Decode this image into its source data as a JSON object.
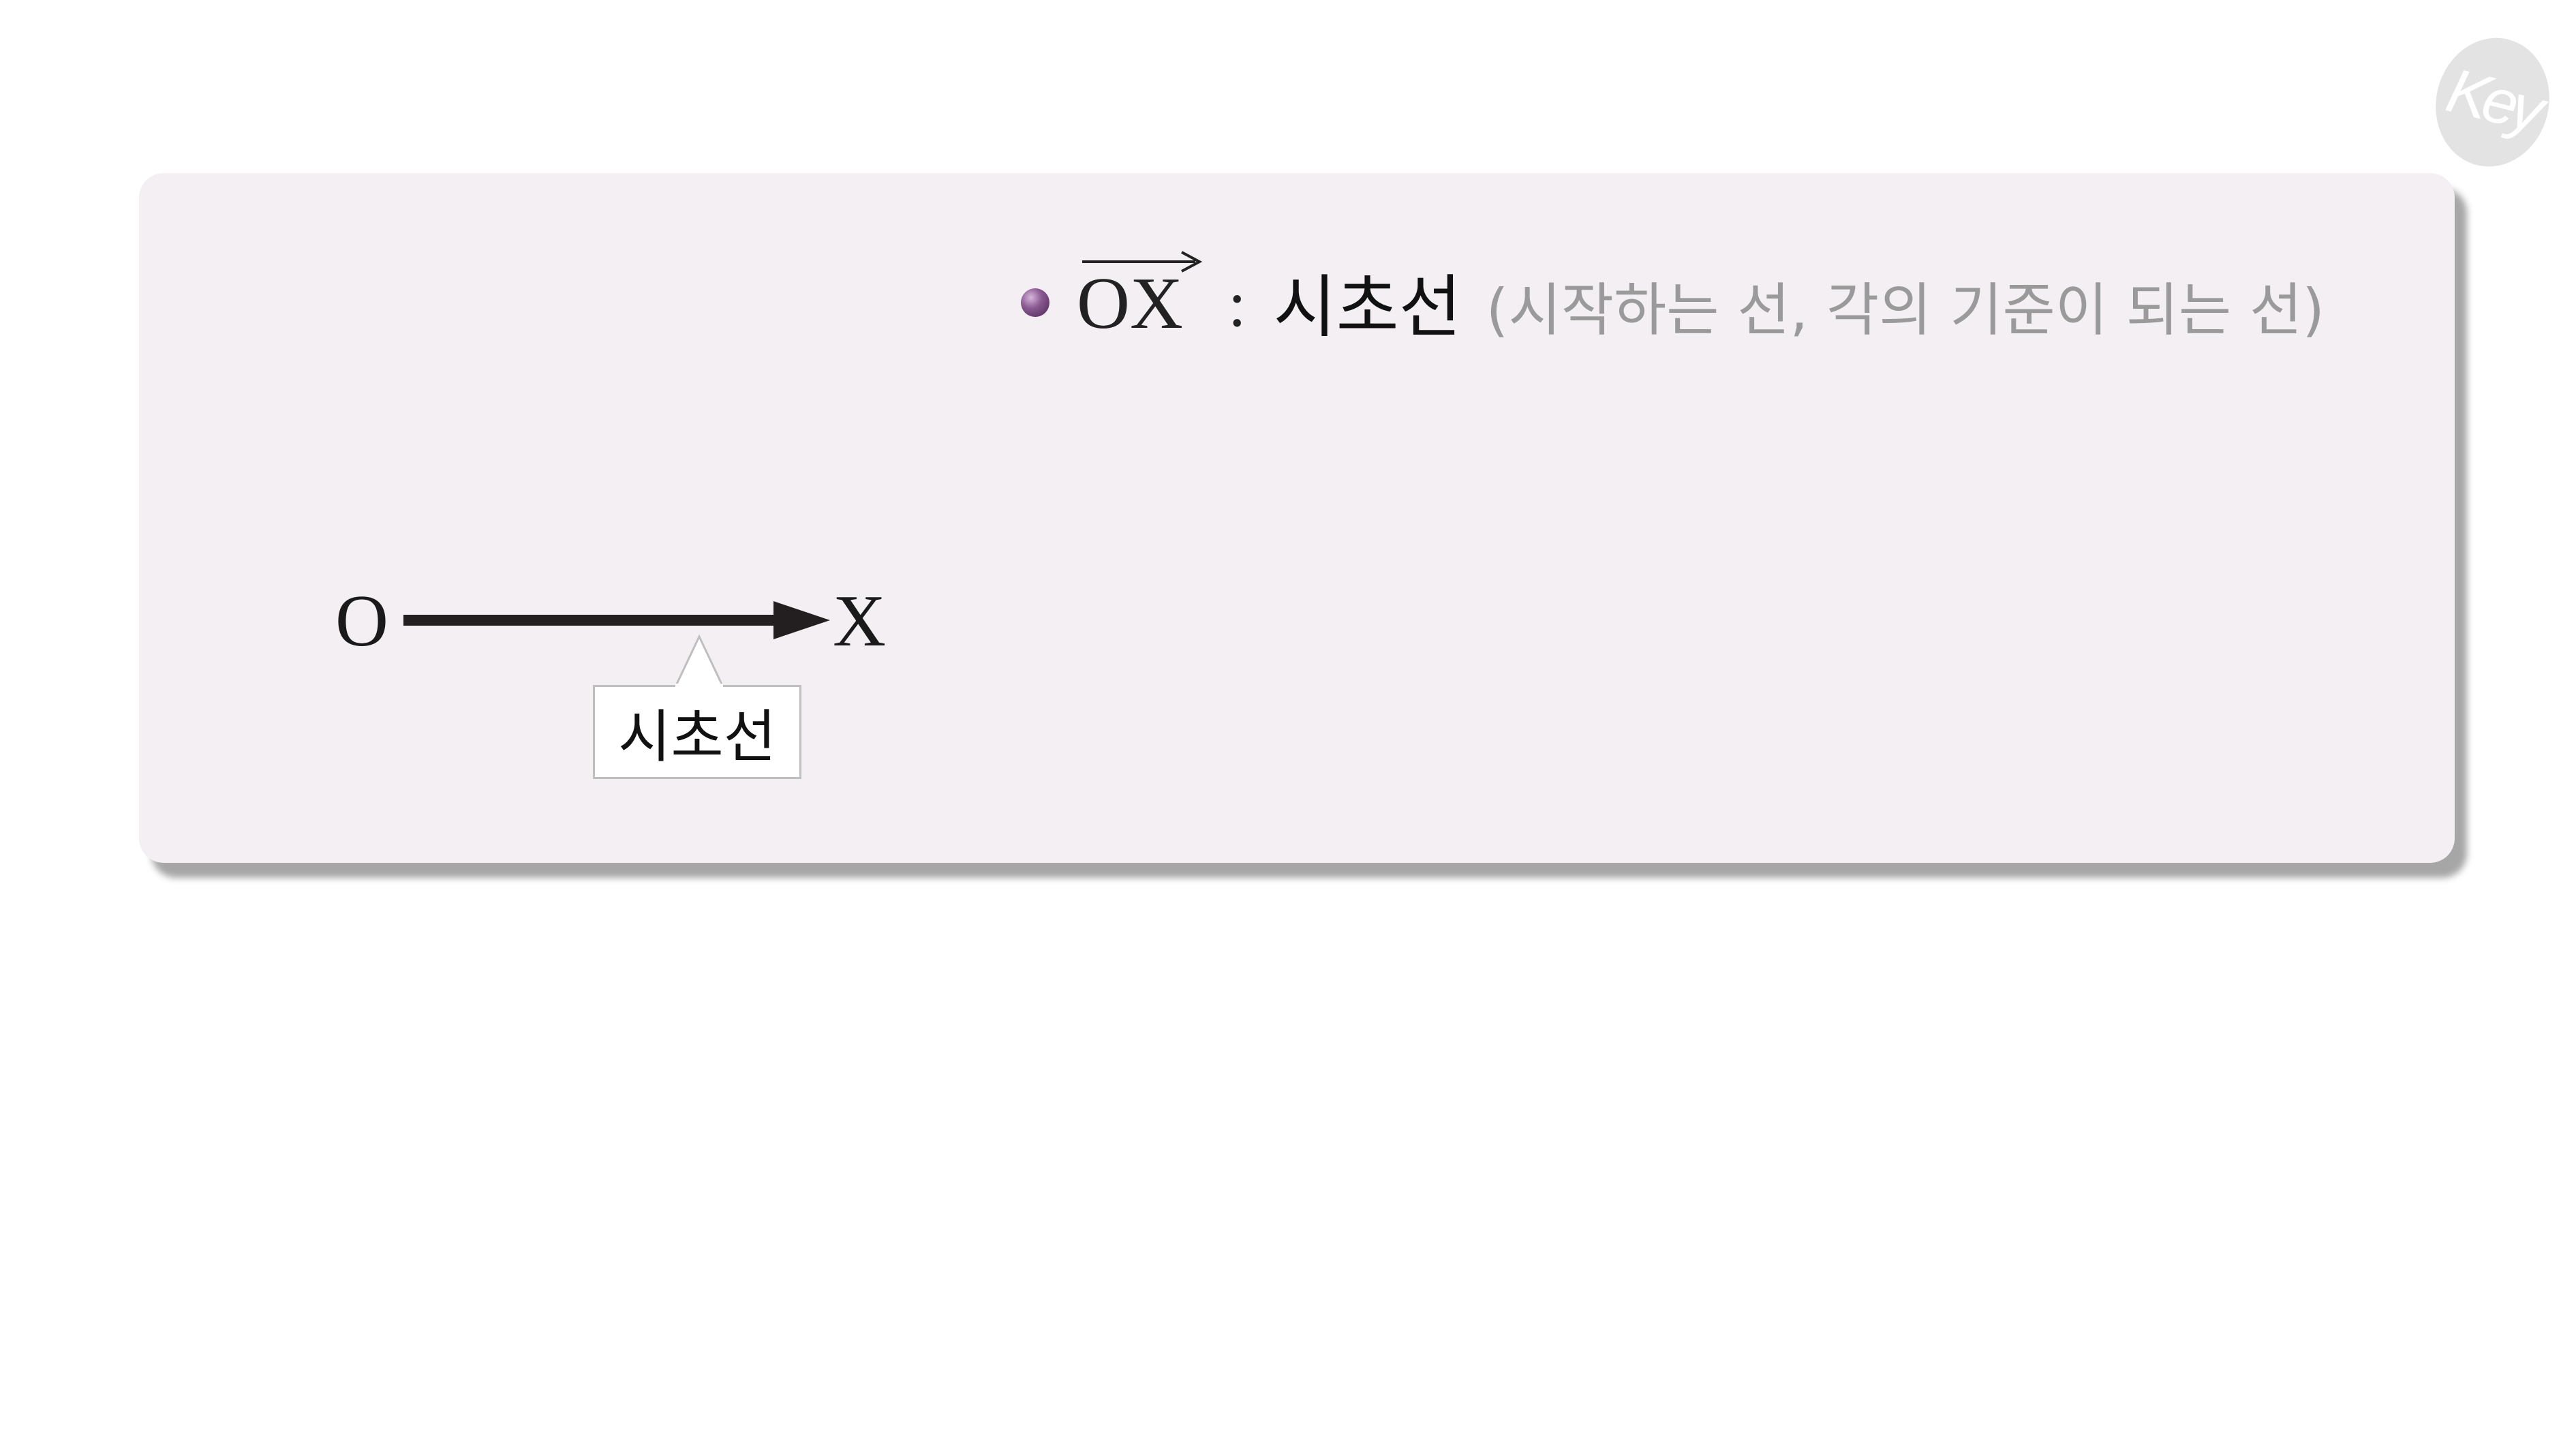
{
  "logo": {
    "text": "Key"
  },
  "bullet": {
    "vector_label": "OX",
    "colon": ":",
    "term": "시초선",
    "description": "(시작하는 선, 각의 기준이 되는 선)"
  },
  "diagram": {
    "start_label": "O",
    "end_label": "X",
    "callout": "시초선",
    "ray_color": "#231f20"
  },
  "colors": {
    "panel": "#f3eff3",
    "bullet": "#7a4a84",
    "description": "#9a9a9a"
  }
}
